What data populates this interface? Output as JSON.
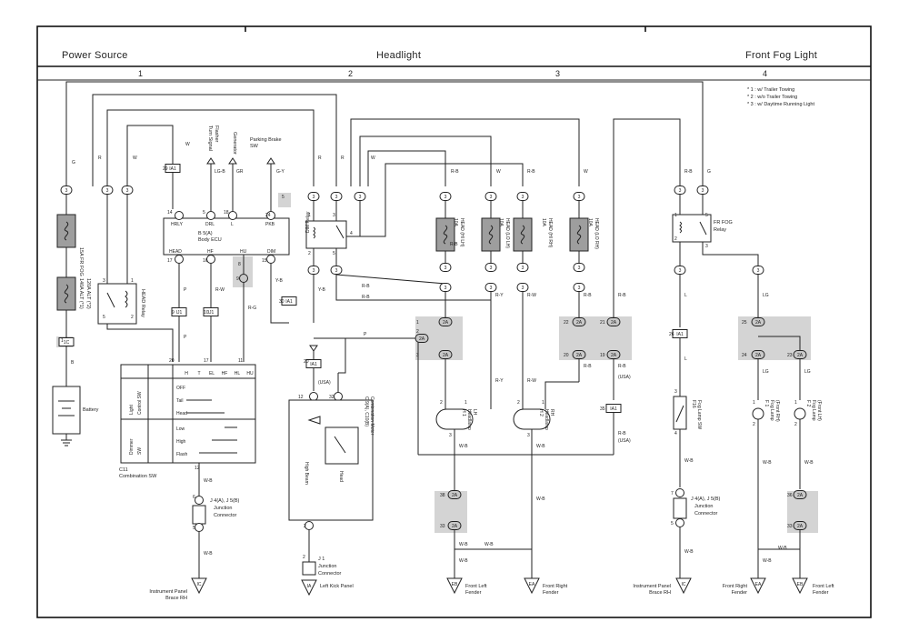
{
  "sections": {
    "power_source": "Power Source",
    "headlight": "Headlight",
    "front_fog_light": "Front Fog Light"
  },
  "columns": [
    "1",
    "2",
    "3",
    "4"
  ],
  "notes": [
    "* 1 : w/ Trailer Towing",
    "* 2 : w/o Trailer Towing",
    "* 3 : w/ Daytime Running Light"
  ],
  "components": {
    "fuse_fr_fog": "15A FR FOG",
    "fuse_alt": [
      "140A ALT (*1)",
      "120A ALT (*2)"
    ],
    "head_relay": "HEAD Relay",
    "battery": "Battery",
    "body_ecu": [
      "B 5(A)",
      "Body ECU"
    ],
    "turn_signal_flasher": [
      "Turn Signal",
      "Flasher"
    ],
    "generator": "Generator",
    "parking_brake_sw": [
      "Parking Brake",
      "SW"
    ],
    "dim_relay": "DIM Relay",
    "fuse_head_hi_lh": [
      "10A",
      "HEAD (HI LH)"
    ],
    "fuse_head_lo_lh": [
      "10A",
      "HEAD (LO LH)"
    ],
    "fuse_head_hi_rh": [
      "10A",
      "HEAD (HI RH)"
    ],
    "fuse_head_lo_rh": [
      "10A",
      "HEAD (LO RH)"
    ],
    "fr_fog_relay": [
      "FR FOG",
      "Relay"
    ],
    "combination_sw": [
      "C11",
      "Combination SW"
    ],
    "combination_meter": [
      "C 9(A), C10(B)",
      "Combination Meter"
    ],
    "high_beam": "High Beam",
    "head_meter": "Head",
    "headlamp_lh": [
      "H 1",
      "Headlamp",
      "LH"
    ],
    "headlamp_rh": [
      "H 2",
      "Headlamp",
      "RH"
    ],
    "fog_lamp_sw": [
      "F16",
      "Fog Lamp SW"
    ],
    "fog_lamp_rh": [
      "F 1",
      "Fog Lamp",
      "(Front RH)"
    ],
    "fog_lamp_lh": [
      "F 2",
      "Fog Lamp",
      "(Front LH)"
    ],
    "junction_connector_j4": [
      "J 4(A), J 5(B)",
      "Junction",
      "Connector"
    ],
    "junction_connector_j1": [
      "J 1",
      "Junction",
      "Connector"
    ]
  },
  "ecu_pins": {
    "hrly": "HRLY",
    "drl": "DRL",
    "l": "L",
    "pkb": "PKB",
    "head": "HEAD",
    "hf": "HF",
    "hu": "HU",
    "dim": "DIM"
  },
  "switch_table": {
    "columns": [
      "H",
      "T",
      "EL",
      "HF",
      "HL",
      "HU"
    ],
    "light_control": [
      "Light",
      "Control SW"
    ],
    "dimmer": [
      "Dimmer",
      "SW"
    ],
    "rows_light": [
      "OFF",
      "Tail",
      "Head"
    ],
    "rows_dimmer": [
      "Low",
      "High",
      "Flash"
    ]
  },
  "grounds": {
    "ic_left": [
      "Instrument Panel",
      "Brace RH"
    ],
    "ia": "Left Kick Panel",
    "eb_mid": [
      "Front Left",
      "Fender"
    ],
    "ea_mid": [
      "Front Right",
      "Fender"
    ],
    "ic_right": [
      "Instrument Panel",
      "Brace RH"
    ],
    "ea_right": [
      "Front Right",
      "Fender"
    ],
    "eb_right": [
      "Front Left",
      "Fender"
    ]
  },
  "wire_colors": {
    "g": "G",
    "r": "R",
    "w": "W",
    "b": "B",
    "lgb": "LG-B",
    "gr": "GR",
    "gy": "G-Y",
    "yb": "Y-B",
    "p": "P",
    "rw": "R-W",
    "rg": "R-G",
    "rb": "R-B",
    "ry": "R-Y",
    "wb": "W-B",
    "l": "L",
    "lg": "LG",
    "usa": "(USA)"
  },
  "connectors": {
    "ia1": "IA1",
    "ij1": "IJ1",
    "c1": "1C",
    "c2a": "2A",
    "c1i": "1I",
    "ground_ic": "IC",
    "ground_ia": "IA",
    "ground_eb": "EB",
    "ground_ea": "EA"
  },
  "pins": [
    "1",
    "2",
    "3",
    "4",
    "5",
    "6",
    "7",
    "8",
    "9",
    "10",
    "11",
    "12",
    "14",
    "15",
    "16",
    "17",
    "18",
    "19",
    "20",
    "21",
    "22",
    "23",
    "24",
    "25",
    "26",
    "29",
    "30",
    "32",
    "33",
    "35",
    "36",
    "38"
  ],
  "pin_letters": [
    "A",
    "B",
    "C"
  ]
}
